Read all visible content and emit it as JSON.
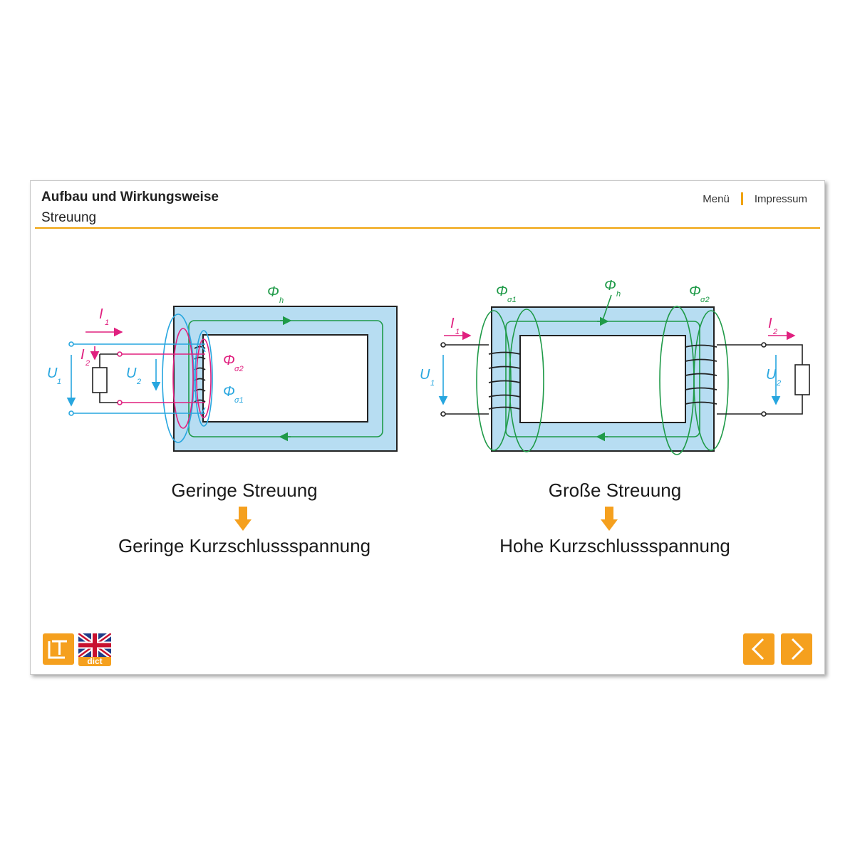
{
  "header": {
    "title": "Aufbau und Wirkungsweise",
    "subtitle": "Streuung",
    "nav": {
      "menu": "Menü",
      "impressum": "Impressum"
    }
  },
  "colors": {
    "accent": "#f5a01e",
    "core_fill": "#b7ddf2",
    "blue": "#27a6df",
    "magenta": "#e0207f",
    "green": "#1f9a48"
  },
  "diagram_left": {
    "labels": {
      "I1": "I",
      "I1_sub": "1",
      "I2": "I",
      "I2_sub": "2",
      "U1": "U",
      "U1_sub": "1",
      "U2": "U",
      "U2_sub": "2",
      "phi_h": "Φ",
      "phi_h_sub": "h",
      "phi_s2": "Φ",
      "phi_s2_sub": "σ2",
      "phi_s1": "Φ",
      "phi_s1_sub": "σ1"
    },
    "caption_top": "Geringe Streuung",
    "caption_bottom": "Geringe Kurzschlussspannung"
  },
  "diagram_right": {
    "labels": {
      "I1": "I",
      "I1_sub": "1",
      "I2": "I",
      "I2_sub": "2",
      "U1": "U",
      "U1_sub": "1",
      "U2": "U",
      "U2_sub": "2",
      "phi_h": "Φ",
      "phi_h_sub": "h",
      "phi_s1": "Φ",
      "phi_s1_sub": "σ1",
      "phi_s2": "Φ",
      "phi_s2_sub": "σ2"
    },
    "caption_top": "Große Streuung",
    "caption_bottom": "Hohe Kurzschlussspannung"
  },
  "footer": {
    "logo_icon": "lt-logo-icon",
    "dict_label": "dict",
    "dict_flag": "uk-flag-icon",
    "prev_icon": "chevron-left-icon",
    "next_icon": "chevron-right-icon"
  }
}
